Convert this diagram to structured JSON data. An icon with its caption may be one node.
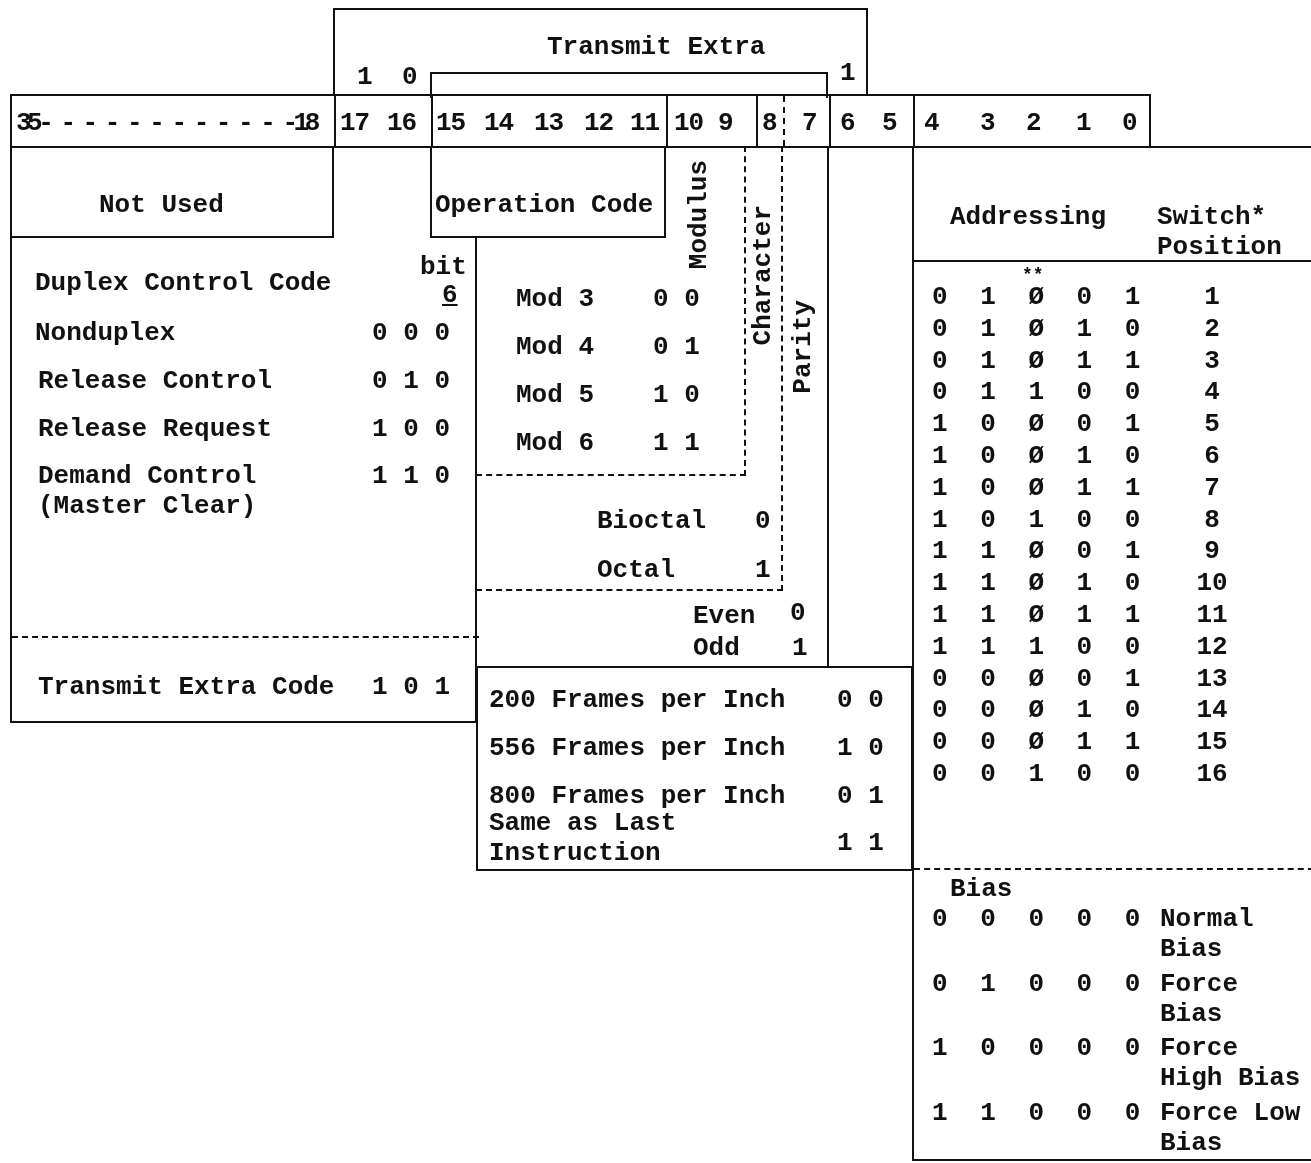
{
  "diagram": {
    "nodes": [
      {
        "text": [
          "Transmit Extra",
          "1",
          "0",
          "1"
        ]
      },
      {
        "text": [
          "Not Used"
        ]
      },
      {
        "text": [
          "Duplex Control Code",
          "bit",
          "6",
          "Nonduplex",
          "0 0 0",
          "Release Control",
          "0 1 0",
          "Release Request",
          "1 0 0",
          "Demand Control (Master Clear)",
          "1 1 0"
        ]
      },
      {
        "text": [
          "Transmit Extra Code",
          "1 0 1"
        ],
        "in": 2
      },
      {
        "text": [
          "Operation Code"
        ]
      },
      {
        "text": [
          "Parity",
          "Even",
          "0",
          "Odd",
          "1"
        ]
      },
      {
        "text": [
          "Character",
          "Bioctal",
          "0",
          "Octal",
          "1"
        ],
        "in": 5
      },
      {
        "text": [
          "Modulus",
          "Mod 3",
          "0 0",
          "Mod 4",
          "0 1",
          "Mod 5",
          "1 0",
          "Mod 6",
          "1 1"
        ],
        "in": 6
      },
      {
        "text": [
          "200 Frames per Inch",
          "0 0",
          "556 Frames per Inch",
          "1 0",
          "800 Frames per Inch",
          "0 1",
          "Same as Last Instruction",
          "1 1"
        ]
      },
      {
        "text": [
          "Addressing",
          "Switch* Position",
          "**",
          "0 1 Ø 0 1",
          "1",
          "0 1 Ø 1 0",
          "2",
          "0 1 Ø 1 1",
          "3",
          "0 1 1 0 0",
          "4",
          "1 0 Ø 0 1",
          "5",
          "1 0 Ø 1 0",
          "6",
          "1 0 Ø 1 1",
          "7",
          "1 0 1 0 0",
          "8",
          "1 1 Ø 0 1",
          "9",
          "1 1 Ø 1 0",
          "10",
          "1 1 Ø 1 1",
          "11",
          "1 1 1 0 0",
          "12",
          "0 0 Ø 0 1",
          "13",
          "0 0 Ø 1 0",
          "14",
          "0 0 Ø 1 1",
          "15",
          "0 0 1 0 0",
          "16"
        ]
      },
      {
        "text": [
          "Bias",
          "0 0 0 0 0",
          "Normal Bias",
          "0 1 0 0 0",
          "Force Bias",
          "1 0 0 0 0",
          "Force High Bias",
          "1 1 0 0 0",
          "Force Low Bias"
        ],
        "in": 9
      }
    ],
    "labels": [
      "35- - - - - - - - - - - -18",
      "17",
      "16",
      "15",
      "14",
      "13",
      "12",
      "11",
      "10",
      "9",
      "8",
      "7",
      "6",
      "5",
      "4",
      "3",
      "2",
      "1",
      "0"
    ]
  }
}
